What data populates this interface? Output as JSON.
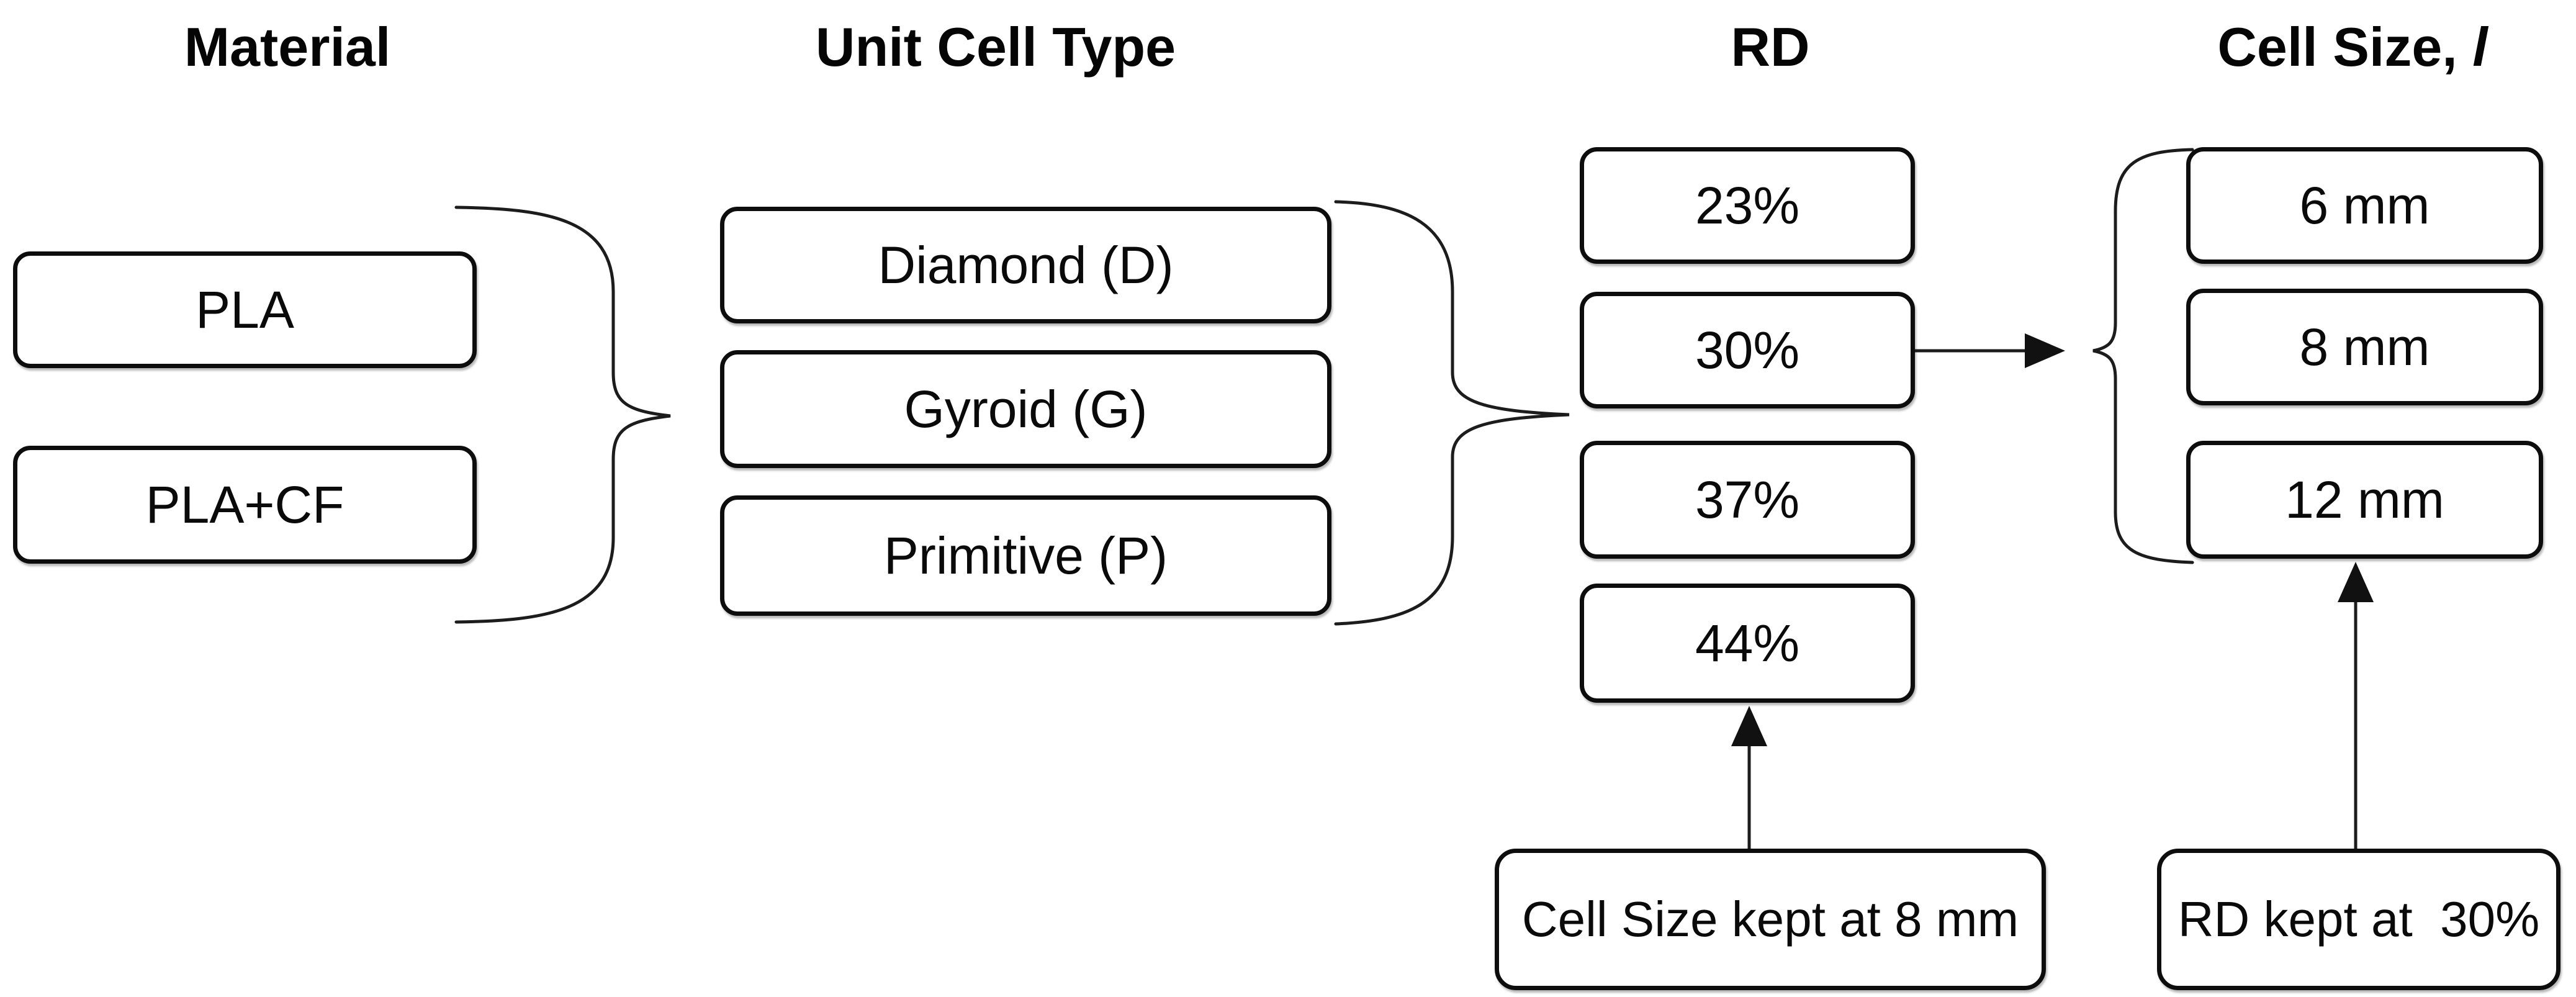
{
  "figure": {
    "background": "#ffffff",
    "stroke_color": "#0d0d0d",
    "text_color": "#0a0a0a"
  },
  "columns": [
    {
      "id": "material",
      "header": "Material",
      "items": [
        "PLA",
        "PLA+CF"
      ]
    },
    {
      "id": "unit-cell-type",
      "header": "Unit Cell Type",
      "items": [
        "Diamond (D)",
        "Gyroid (G)",
        "Primitive (P)"
      ]
    },
    {
      "id": "rd",
      "header": "RD",
      "items": [
        "23%",
        "30%",
        "37%",
        "44%"
      ]
    },
    {
      "id": "cell-size",
      "header": "Cell Size, ",
      "header_symbol": "l",
      "items": [
        "6 mm",
        "8 mm",
        "12 mm"
      ]
    }
  ],
  "notes": [
    {
      "label": "Cell Size kept at 8 mm",
      "points_to": "44%"
    },
    {
      "label": "RD kept at  30%",
      "points_to": "12 mm"
    }
  ]
}
